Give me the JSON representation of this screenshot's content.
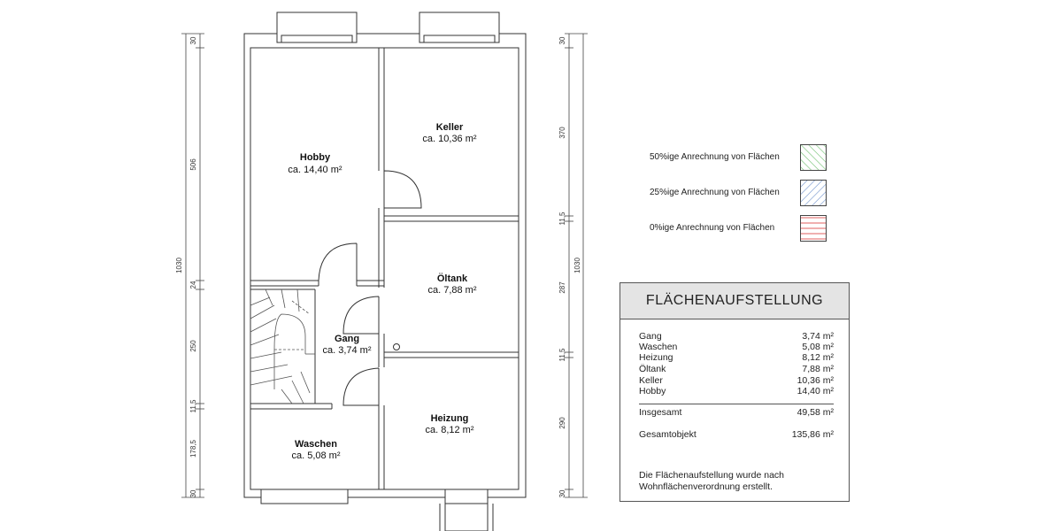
{
  "rooms": {
    "hobby": {
      "name": "Hobby",
      "area": "ca. 14,40 m²"
    },
    "keller": {
      "name": "Keller",
      "area": "ca. 10,36 m²"
    },
    "oeltank": {
      "name": "Öltank",
      "area": "ca. 7,88 m²"
    },
    "gang": {
      "name": "Gang",
      "area": "ca. 3,74 m²"
    },
    "heizung": {
      "name": "Heizung",
      "area": "ca. 8,12 m²"
    },
    "waschen": {
      "name": "Waschen",
      "area": "ca. 5,08 m²"
    }
  },
  "dimensions_left": [
    "30",
    "506",
    "24",
    "250",
    "11,5",
    "178,5",
    "30",
    "1030"
  ],
  "dimensions_right": [
    "30",
    "370",
    "11,5",
    "287",
    "11,5",
    "290",
    "30",
    "1030"
  ],
  "legend": [
    {
      "label": "50%ige Anrechnung von Flächen",
      "pattern": "hatch-green",
      "color": "#6dbf6d"
    },
    {
      "label": "25%ige Anrechnung von Flächen",
      "pattern": "hatch-blue",
      "color": "#6b8fc9"
    },
    {
      "label": "0%ige Anrechnung von Flächen",
      "pattern": "lines-red",
      "color": "#e06060"
    }
  ],
  "summary": {
    "title": "FLÄCHENAUFSTELLUNG",
    "rows": [
      {
        "label": "Gang",
        "value": "3,74 m²"
      },
      {
        "label": "Waschen",
        "value": "5,08 m²"
      },
      {
        "label": "Heizung",
        "value": "8,12 m²"
      },
      {
        "label": "Öltank",
        "value": "7,88 m²"
      },
      {
        "label": "Keller",
        "value": "10,36 m²"
      },
      {
        "label": "Hobby",
        "value": "14,40 m²"
      }
    ],
    "total": {
      "label": "Insgesamt",
      "value": "49,58 m²"
    },
    "overall": {
      "label": "Gesamtobjekt",
      "value": "135,86 m²"
    },
    "note": "Die Flächenaufstellung wurde nach Wohnflächenverordnung erstellt."
  }
}
